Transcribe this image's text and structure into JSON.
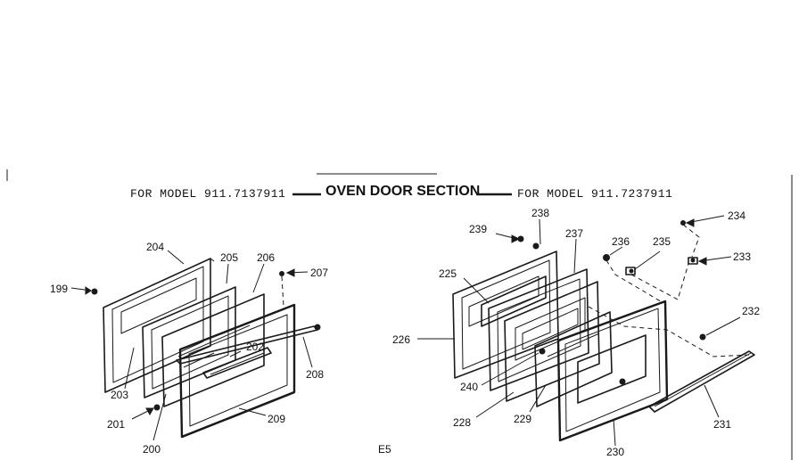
{
  "header": {
    "left_model": "FOR MODEL 911.7137911",
    "title": "OVEN DOOR SECTION",
    "right_model": "FOR MODEL 911.7237911"
  },
  "page_code": "E5",
  "labels": {
    "p199": "199",
    "p200": "200",
    "p201": "201",
    "p202": "202",
    "p203": "203",
    "p204": "204",
    "p205": "205",
    "p206": "206",
    "p207": "207",
    "p208": "208",
    "p209": "209",
    "p225": "225",
    "p226": "226",
    "p228": "228",
    "p229": "229",
    "p230": "230",
    "p231": "231",
    "p232": "232",
    "p233": "233",
    "p234": "234",
    "p235": "235",
    "p236": "236",
    "p237": "237",
    "p238": "238",
    "p239": "239",
    "p240": "240"
  }
}
